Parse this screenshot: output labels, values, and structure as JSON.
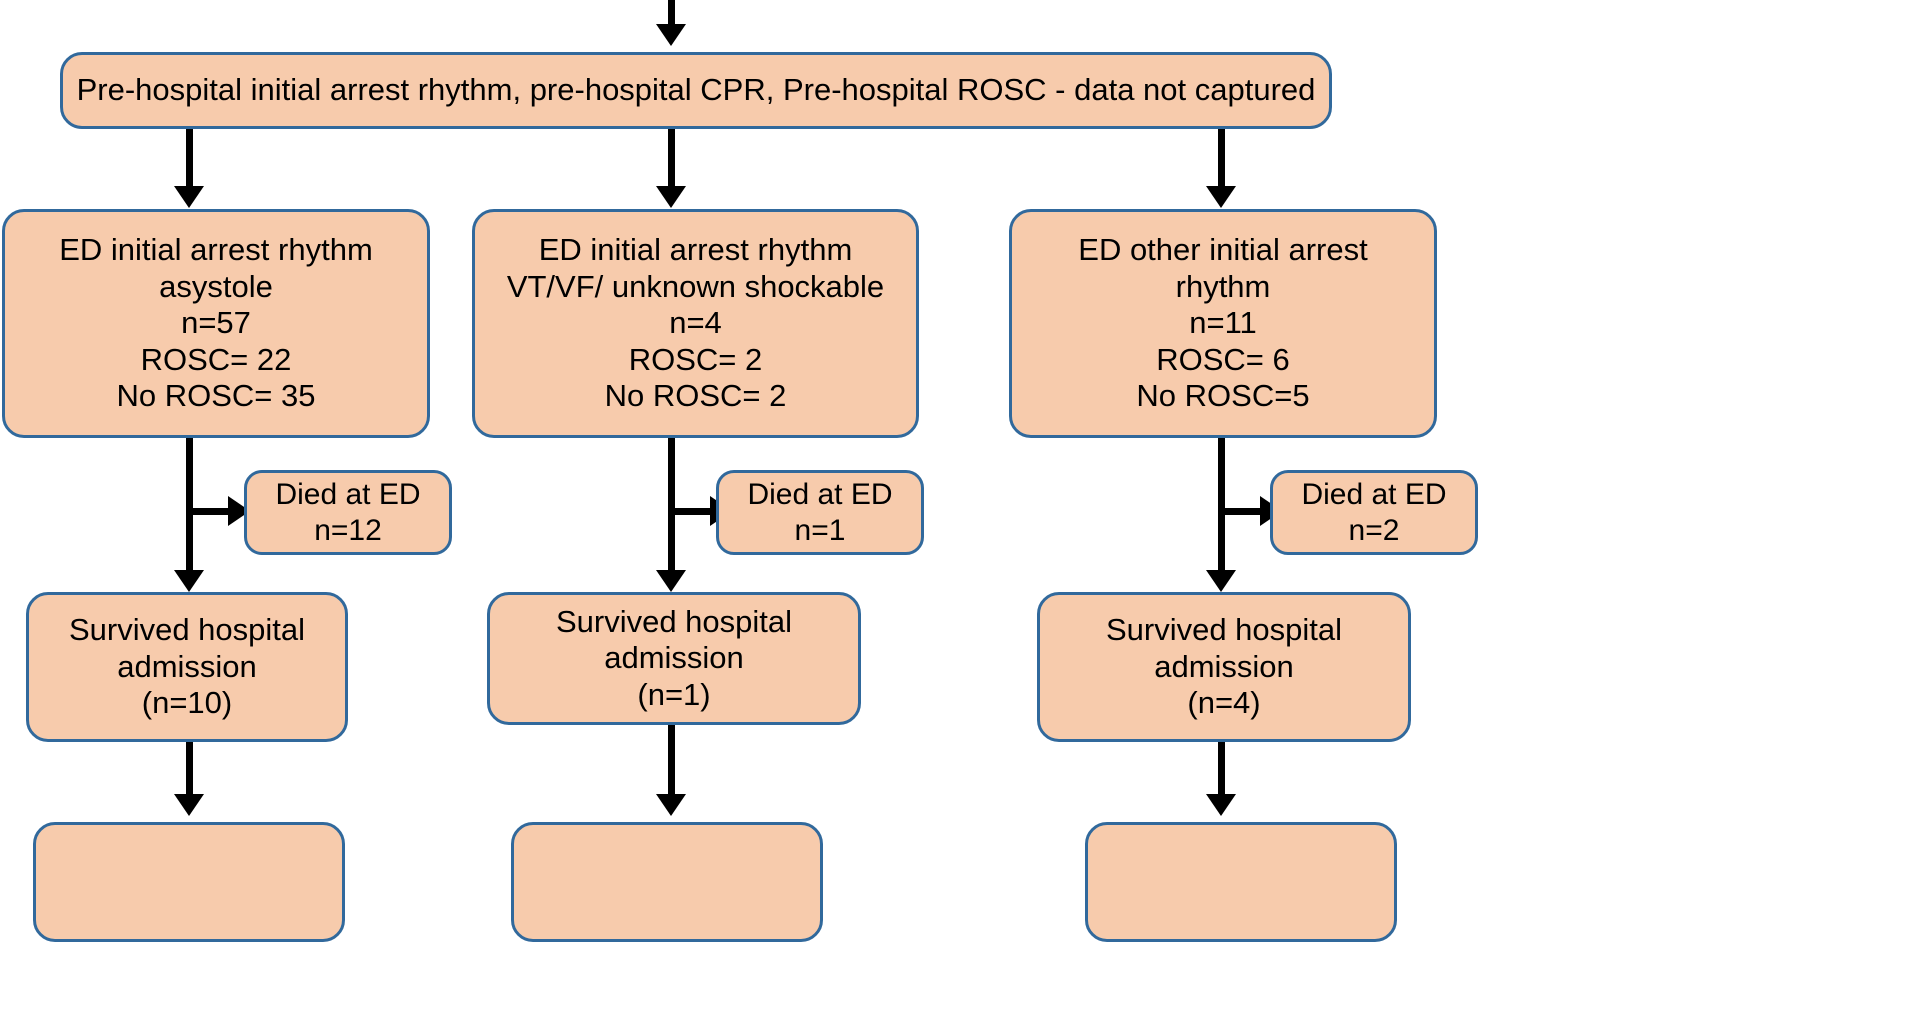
{
  "diagram": {
    "title": "Cardiac arrest ED outcomes flowchart",
    "palette": {
      "node_fill": "#F7CBAC",
      "node_border": "#31699C",
      "connector": "#000000",
      "text": "#000000",
      "background": "#FFFFFF"
    },
    "nodes": {
      "prehospital": {
        "lines": [
          "Pre-hospital initial arrest rhythm, pre-hospital CPR, Pre-hospital ROSC - data not captured"
        ]
      },
      "asystole": {
        "lines": [
          "ED initial arrest rhythm",
          "asystole",
          "n=57",
          "ROSC= 22",
          "No ROSC= 35"
        ]
      },
      "shockable": {
        "lines": [
          "ED initial arrest rhythm",
          "VT/VF/ unknown shockable",
          "n=4",
          "ROSC= 2",
          "No ROSC= 2"
        ]
      },
      "other": {
        "lines": [
          "ED other initial arrest",
          "rhythm",
          "n=11",
          "ROSC= 6",
          "No ROSC=5"
        ]
      },
      "died_left": {
        "lines": [
          "Died at ED",
          "n=12"
        ]
      },
      "died_middle": {
        "lines": [
          "Died at ED",
          "n=1"
        ]
      },
      "died_right": {
        "lines": [
          "Died at ED",
          "n=2"
        ]
      },
      "survived_left": {
        "lines": [
          "Survived hospital",
          "admission",
          "(n=10)"
        ]
      },
      "survived_middle": {
        "lines": [
          "Survived hospital",
          "admission",
          "(n=1)"
        ]
      },
      "survived_right": {
        "lines": [
          "Survived hospital",
          "admission",
          "(n=4)"
        ]
      }
    }
  }
}
